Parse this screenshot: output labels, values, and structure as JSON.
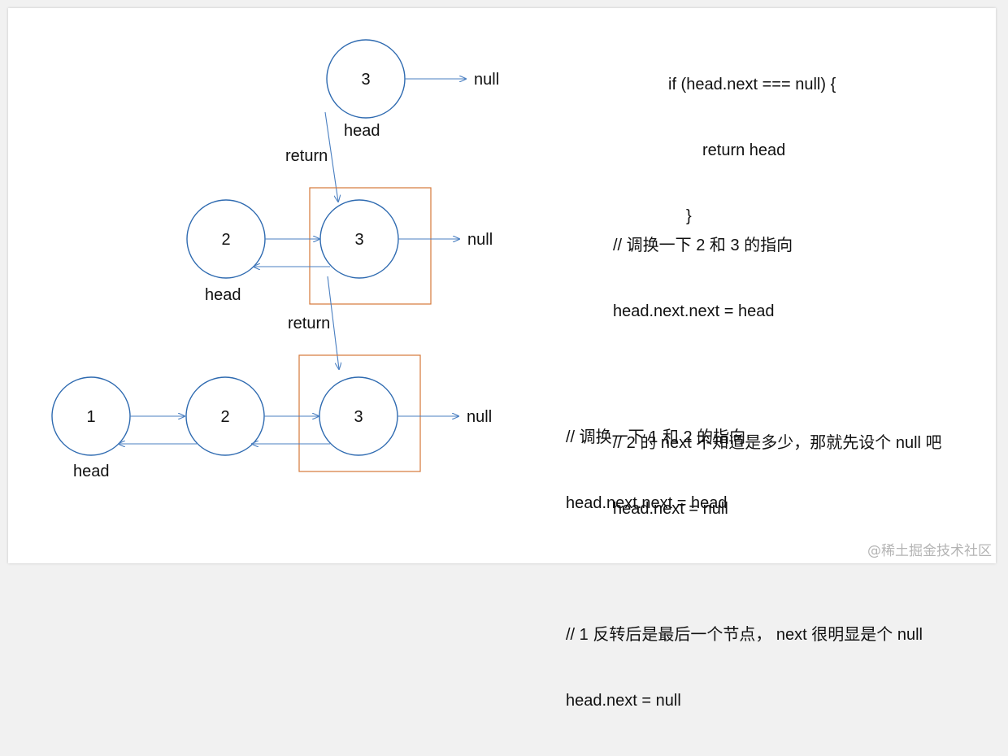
{
  "top_code": {
    "line1": "if (head.next === null) {",
    "line2": "return head",
    "line3": "}"
  },
  "mid_code": {
    "comment1": "// 调换一下 2 和 3 的指向",
    "stmt1": "head.next.next = head",
    "comment2": "// 2 的 next 不知道是多少，那就先设个 null 吧",
    "stmt2": "head.next = null"
  },
  "bottom_code": {
    "comment1": "// 调换一下 1 和 2 的指向",
    "stmt1": "head.next.next = head",
    "comment2": "// 1 反转后是最后一个节点， next 很明显是个 null",
    "stmt2": "head.next = null"
  },
  "row1": {
    "node3": "3",
    "null": "null",
    "head": "head"
  },
  "return1": "return",
  "row2": {
    "node2": "2",
    "node3": "3",
    "null": "null",
    "head": "head"
  },
  "return2": "return",
  "row3": {
    "node1": "1",
    "node2": "2",
    "node3": "3",
    "null": "null",
    "head": "head"
  },
  "watermark": "@稀土掘金技术社区",
  "colors": {
    "node_stroke": "#2e6ab0",
    "arrow": "#4a7fc1",
    "box": "#d6783a",
    "text": "#111111"
  }
}
